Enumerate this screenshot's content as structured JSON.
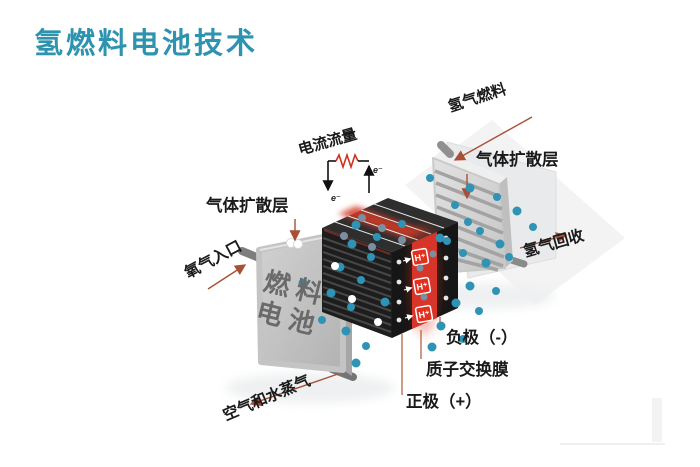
{
  "title": "氢燃料电池技术",
  "colors": {
    "title_teal": "#2E93AE",
    "membrane_red": "#D93425",
    "annotation_arrow": "#A85036",
    "molecule_teal": "#2F93B5",
    "label_text": "#1A1A1A"
  },
  "diagram": {
    "labels": {
      "current_flow": "电流流量",
      "hydrogen_fuel": "氢气燃料",
      "gas_diffusion_layer_right": "气体扩散层",
      "gas_diffusion_layer_left": "气体扩散层",
      "oxygen_inlet": "氧气入口",
      "hydrogen_recovery": "氢气回收",
      "air_water_vapor": "空气和水蒸气",
      "negative_electrode": "负极（-）",
      "proton_exchange_membrane": "质子交换膜",
      "positive_electrode": "正极（+）",
      "fuel_cell_line1": "燃料",
      "fuel_cell_line2": "电池",
      "electron": "e⁻",
      "proton": "H⁺"
    }
  }
}
